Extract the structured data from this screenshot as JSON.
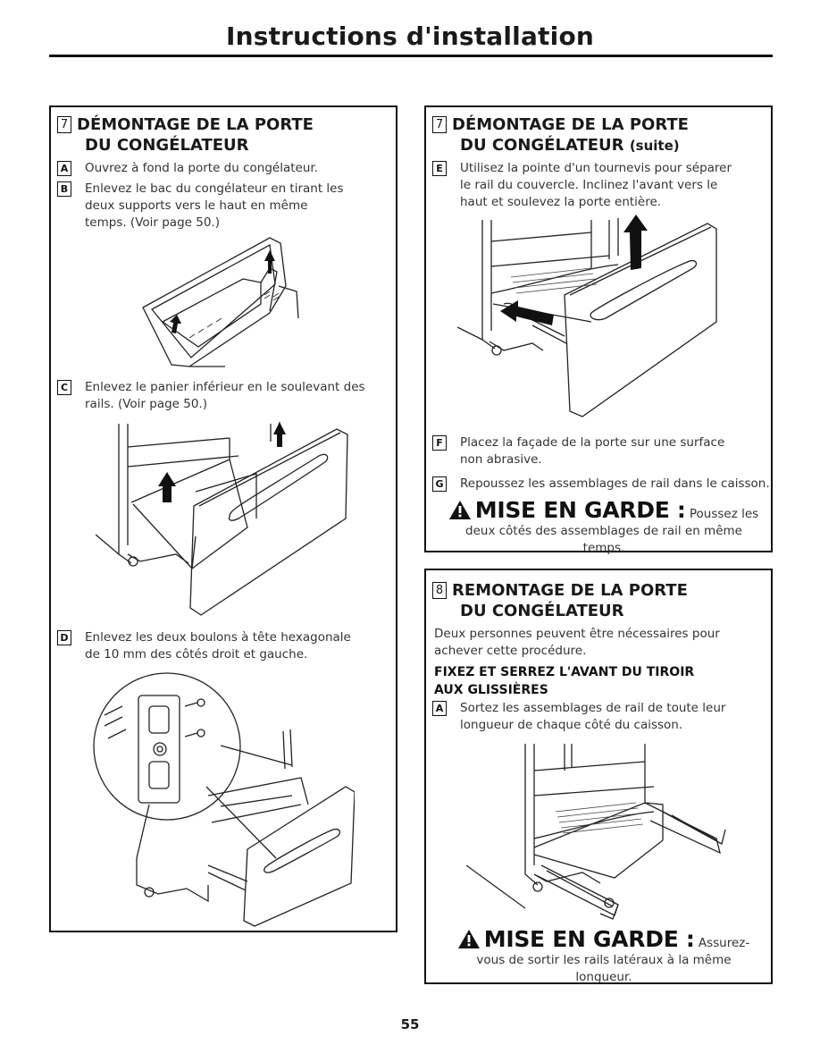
{
  "page": {
    "title": "Instructions d'installation",
    "number": "55"
  },
  "left_panel": {
    "heading_number": "7",
    "heading_line1": "DÉMONTAGE DE LA PORTE",
    "heading_line2": "DU CONGÉLATEUR",
    "steps": [
      {
        "letter": "A",
        "text": "Ouvrez à fond la porte du congélateur."
      },
      {
        "letter": "B",
        "text": "Enlevez le bac du congélateur en tirant les deux supports vers le haut en même temps. (Voir page 50.)"
      },
      {
        "letter": "C",
        "text": "Enlevez le panier inférieur en le soulevant des rails. (Voir page 50.)"
      },
      {
        "letter": "D",
        "text": "Enlevez les deux boulons à tête hexagonale de 10 mm des côtés droit et gauche."
      }
    ]
  },
  "right_top_panel": {
    "heading_number": "7",
    "heading_line1": "DÉMONTAGE DE LA PORTE",
    "heading_line2": "DU CONGÉLATEUR",
    "heading_suffix": "(suite)",
    "steps": [
      {
        "letter": "E",
        "text": "Utilisez la pointe d'un tournevis pour séparer le rail du couvercle. Inclinez l'avant vers le haut et soulevez la porte entière."
      },
      {
        "letter": "F",
        "text": "Placez la façade de la porte sur une surface non abrasive."
      },
      {
        "letter": "G",
        "text": "Repoussez les assemblages de rail dans le caisson."
      }
    ],
    "caution_label": "MISE EN GARDE :",
    "caution_text": "Poussez les deux côtés des assemblages de rail en même temps."
  },
  "right_bottom_panel": {
    "heading_number": "8",
    "heading_line1": "REMONTAGE DE LA PORTE",
    "heading_line2": "DU CONGÉLATEUR",
    "intro": "Deux personnes peuvent être nécessaires pour achever cette procédure.",
    "subheading": "FIXEZ ET SERREZ L'AVANT DU TIROIR AUX GLISSIÈRES",
    "steps": [
      {
        "letter": "A",
        "text": "Sortez les assemblages de rail de toute leur longueur de chaque côté du caisson."
      }
    ],
    "caution_label": "MISE EN GARDE :",
    "caution_text": "Assurez-vous de sortir les rails latéraux à la même longueur."
  },
  "icons": [
    "warning-triangle-icon",
    "up-arrow-icon",
    "left-arrow-icon"
  ]
}
